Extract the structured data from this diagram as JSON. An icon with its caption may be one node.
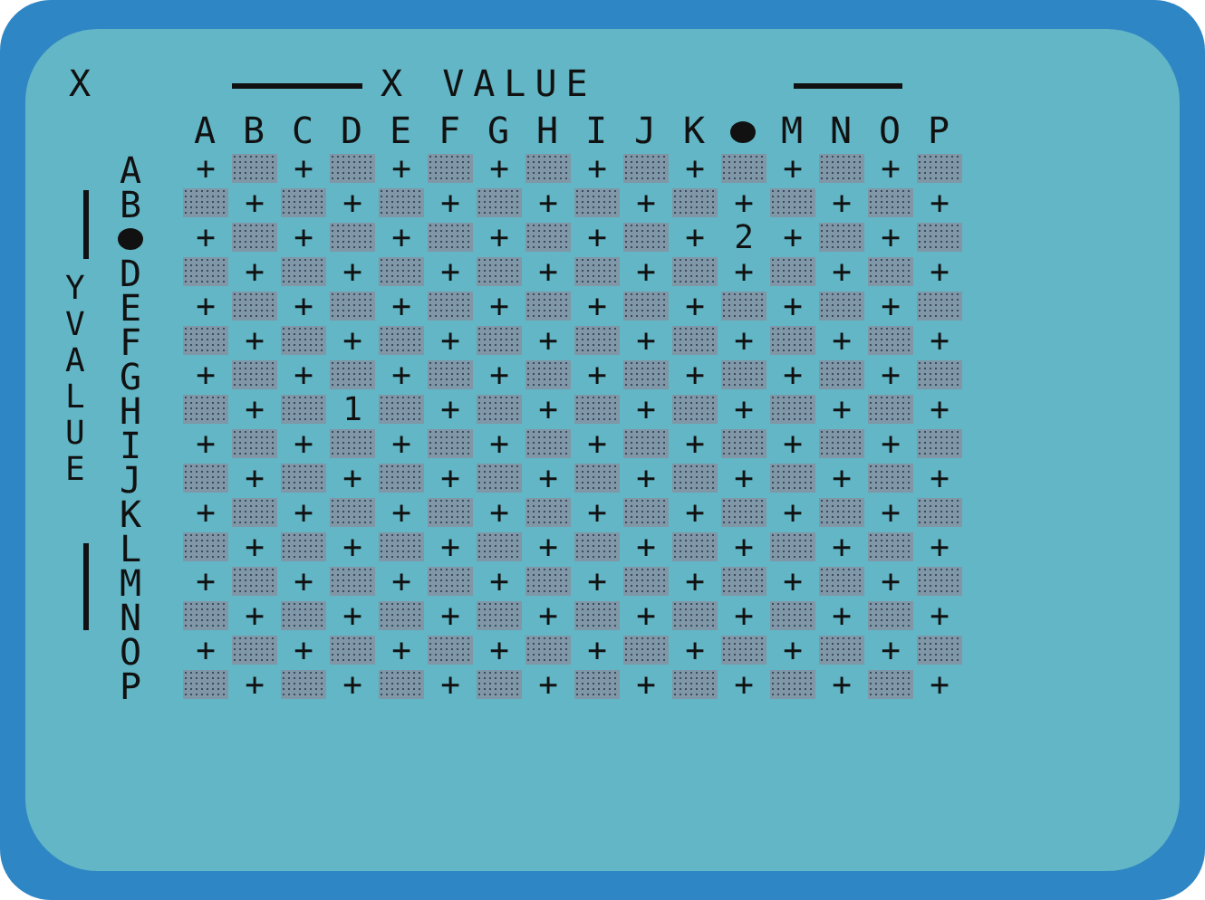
{
  "diagram": {
    "labels": [
      "X",
      "X VALUE",
      "A",
      "B",
      "C",
      "D",
      "E",
      "F",
      "G",
      "H",
      "I",
      "J",
      "K",
      "M",
      "N",
      "O",
      "P",
      "Y VALUE",
      "A",
      "+",
      "+",
      "+",
      "+",
      "+",
      "+",
      "+",
      "+",
      "B",
      "+",
      "+",
      "+",
      "+",
      "+",
      "+",
      "+",
      "+",
      "+",
      "+",
      "+",
      "+",
      "+",
      "+",
      "2",
      "+",
      "+",
      "D",
      "+",
      "+",
      "+",
      "+",
      "+",
      "+",
      "+",
      "+",
      "E",
      "+",
      "+",
      "+",
      "+",
      "+",
      "+",
      "+",
      "+",
      "F",
      "+",
      "+",
      "+",
      "+",
      "+",
      "+",
      "+",
      "+",
      "G",
      "+",
      "+",
      "+",
      "+",
      "+",
      "+",
      "+",
      "+",
      "H",
      "+",
      "1",
      "+",
      "+",
      "+",
      "+",
      "+",
      "+",
      "I",
      "+",
      "+",
      "+",
      "+",
      "+",
      "+",
      "+",
      "+",
      "J",
      "+",
      "+",
      "+",
      "+",
      "+",
      "+",
      "+",
      "+",
      "K",
      "+",
      "+",
      "+",
      "+",
      "+",
      "+",
      "+",
      "+",
      "L",
      "+",
      "+",
      "+",
      "+",
      "+",
      "+",
      "+",
      "+",
      "M",
      "+",
      "+",
      "+",
      "+",
      "+",
      "+",
      "+",
      "+",
      "N",
      "+",
      "+",
      "+",
      "+",
      "+",
      "+",
      "+",
      "+",
      "O",
      "+",
      "+",
      "+",
      "+",
      "+",
      "+",
      "+",
      "+",
      "P",
      "+",
      "+",
      "+",
      "+",
      "+",
      "+",
      "+",
      "+"
    ]
  }
}
